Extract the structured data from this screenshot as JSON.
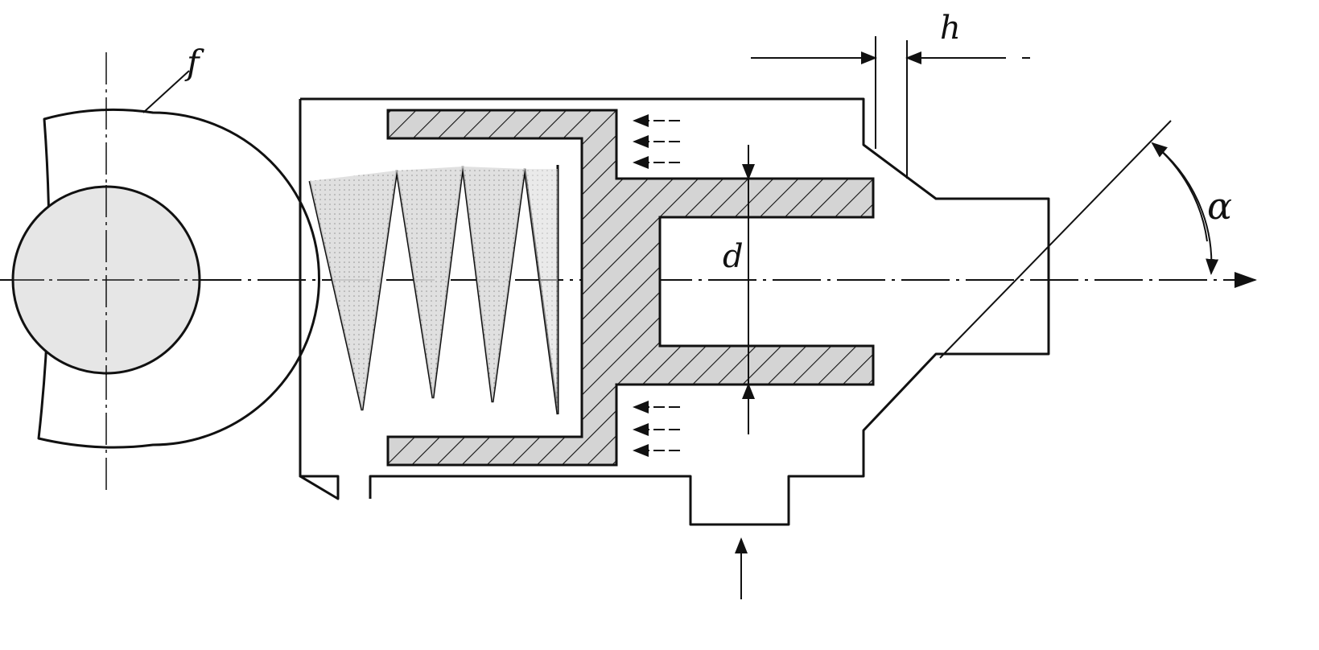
{
  "figure": {
    "labels": {
      "ball": "f",
      "bore": "d",
      "gap": "h",
      "angle": "α"
    }
  },
  "colors": {
    "line": "#111111",
    "shading": "#d0d0d0",
    "background": "#ffffff"
  }
}
